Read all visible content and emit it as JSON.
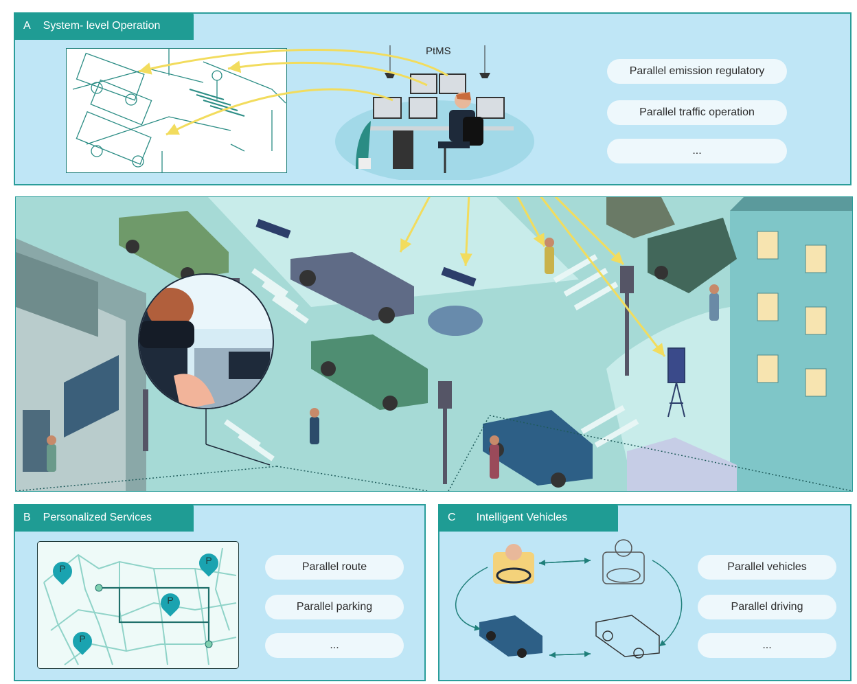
{
  "panel_a": {
    "letter": "A",
    "title": "System- level Operation",
    "ptms_label": "PtMS",
    "items": [
      "Parallel emission regulatory",
      "Parallel traffic operation",
      "..."
    ]
  },
  "panel_b": {
    "letter": "B",
    "title": "Personalized Services",
    "parking_marker": "P",
    "items": [
      "Parallel route",
      "Parallel parking",
      "..."
    ]
  },
  "panel_c": {
    "letter": "C",
    "title": "Intelligent Vehicles",
    "items": [
      "Parallel vehicles",
      "Parallel driving",
      "..."
    ]
  },
  "colors": {
    "panel_bg": "#bfe6f6",
    "tab_bg": "#1f9c94",
    "border": "#2a9d9a",
    "signal_arrow": "#f2dc5d",
    "street": "#9fd6d4"
  }
}
